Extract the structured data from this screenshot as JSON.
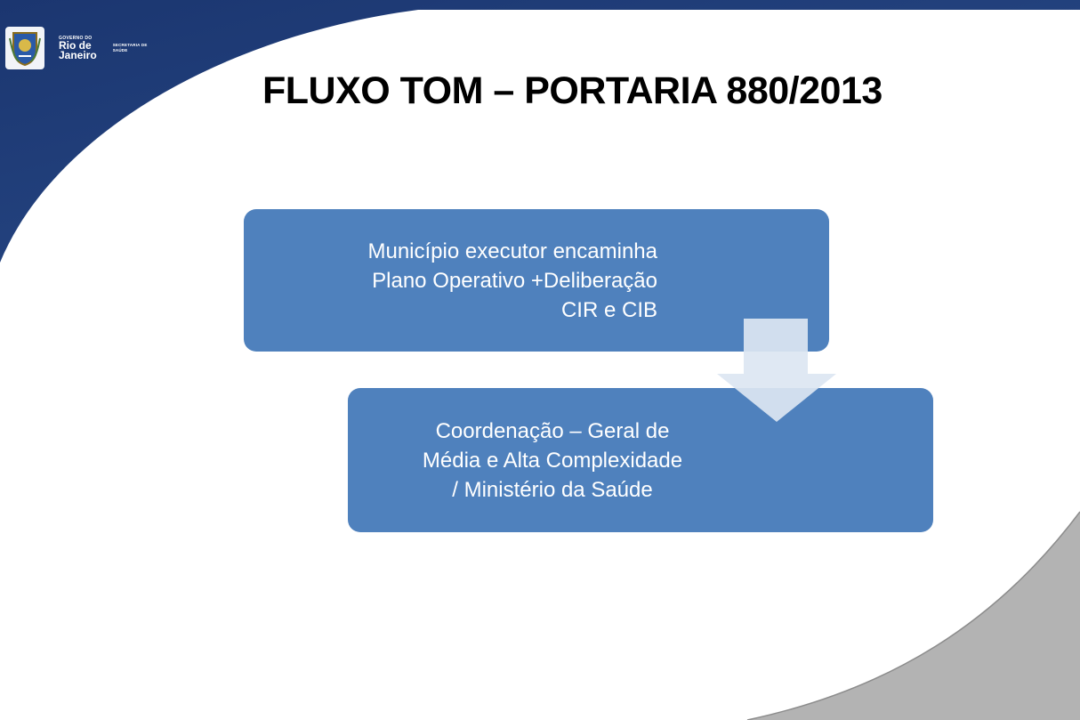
{
  "header": {
    "logo": {
      "crest_icon": "rio-de-janeiro-coat-of-arms",
      "gov_line1": "GOVERNO DO",
      "gov_line2": "Rio de",
      "gov_line3": "Janeiro",
      "secretaria": "SECRETARIA DE SAÚDE"
    }
  },
  "slide": {
    "title": "FLUXO TOM – PORTARIA 880/2013"
  },
  "flow": {
    "steps": [
      {
        "line1": "Município executor encaminha",
        "line2": "Plano Operativo  +Deliberação",
        "line3": "CIR e CIB"
      },
      {
        "line1": "Coordenação – Geral de",
        "line2": "Média e Alta Complexidade",
        "line3": "/ Ministério da Saúde"
      }
    ],
    "connector_icon": "down-arrow-icon"
  },
  "colors": {
    "header_navy": "#1f3d78",
    "box_blue": "#4f81bd",
    "arrow_fill": "#dce6f2",
    "corner_gray": "#b3b3b3"
  }
}
